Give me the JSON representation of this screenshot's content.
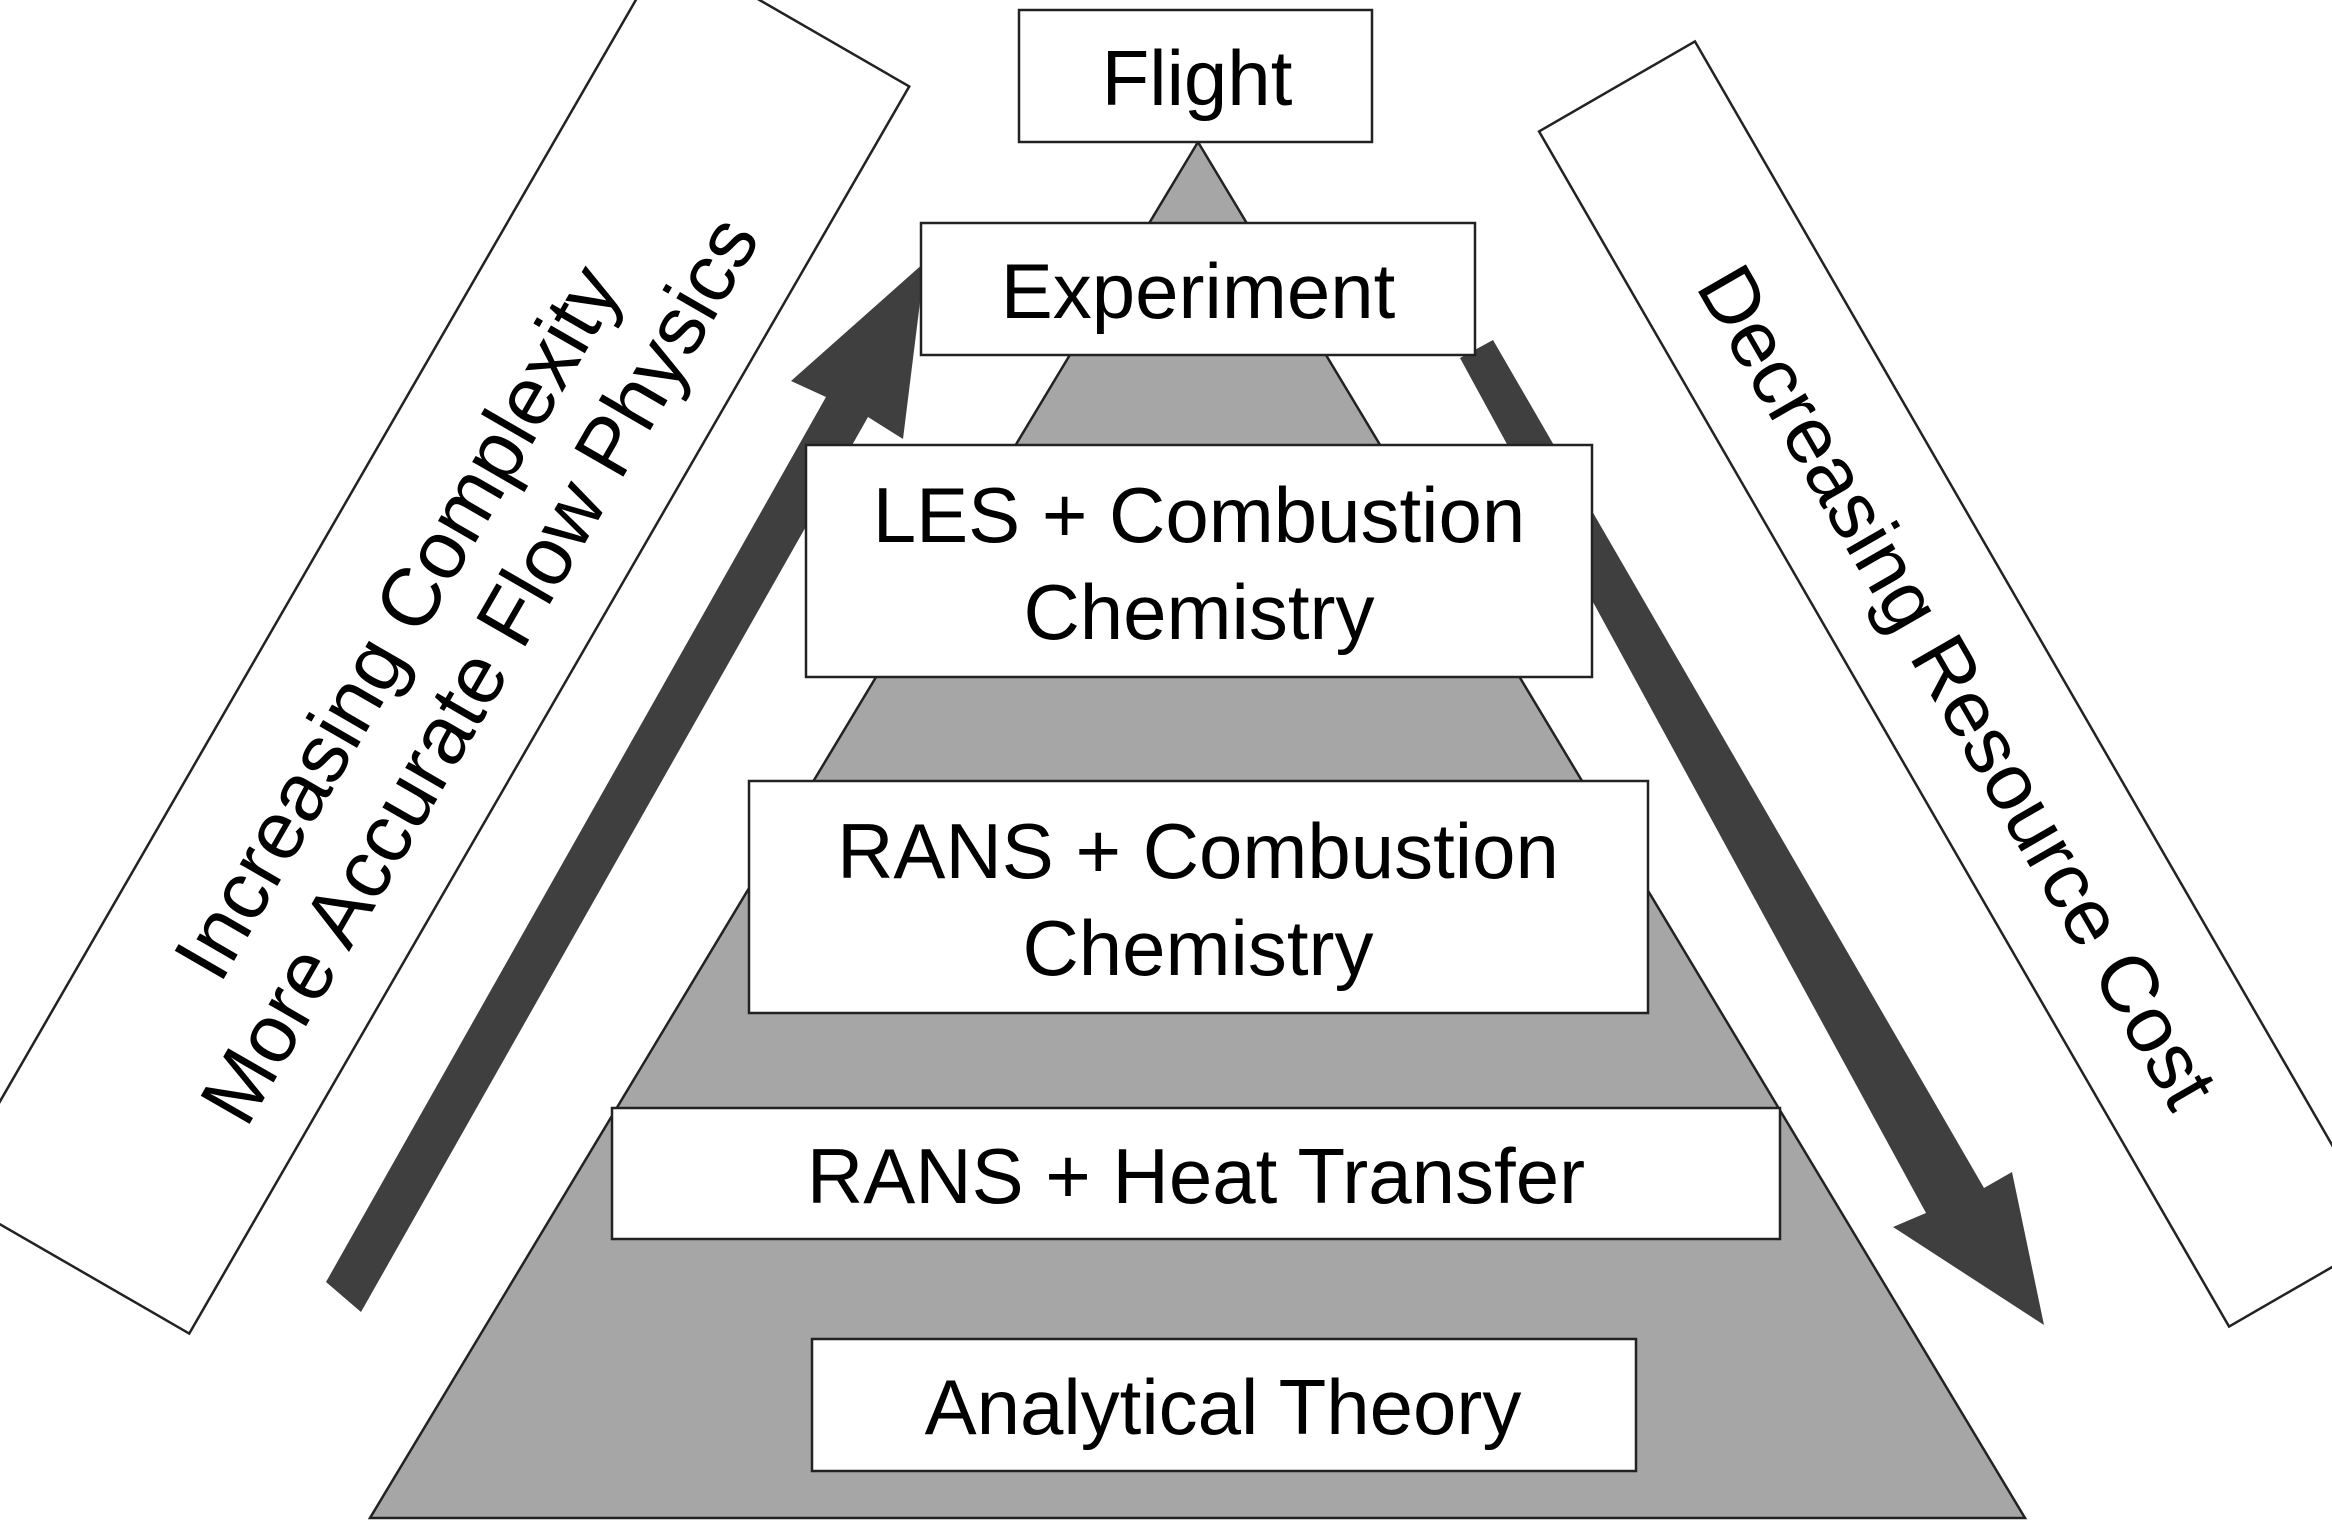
{
  "diagram": {
    "levels": [
      {
        "id": "flight",
        "lines": [
          "Flight"
        ]
      },
      {
        "id": "experiment",
        "lines": [
          "Experiment"
        ]
      },
      {
        "id": "les",
        "lines": [
          "LES + Combustion",
          "Chemistry"
        ]
      },
      {
        "id": "rans-combustion",
        "lines": [
          "RANS + Combustion",
          "Chemistry"
        ]
      },
      {
        "id": "rans-heat",
        "lines": [
          "RANS + Heat Transfer"
        ]
      },
      {
        "id": "analytical",
        "lines": [
          "Analytical Theory"
        ]
      }
    ],
    "left_label": {
      "line1": "Increasing Complexity",
      "line2": "More Accurate Flow Physics"
    },
    "right_label": {
      "line1": "Decreasing Resource Cost"
    },
    "colors": {
      "pyramid_fill": "#a6a6a6",
      "arrow_fill": "#3f3f3f",
      "box_fill": "#ffffff",
      "box_stroke": "#222222",
      "text": "#000000"
    }
  }
}
